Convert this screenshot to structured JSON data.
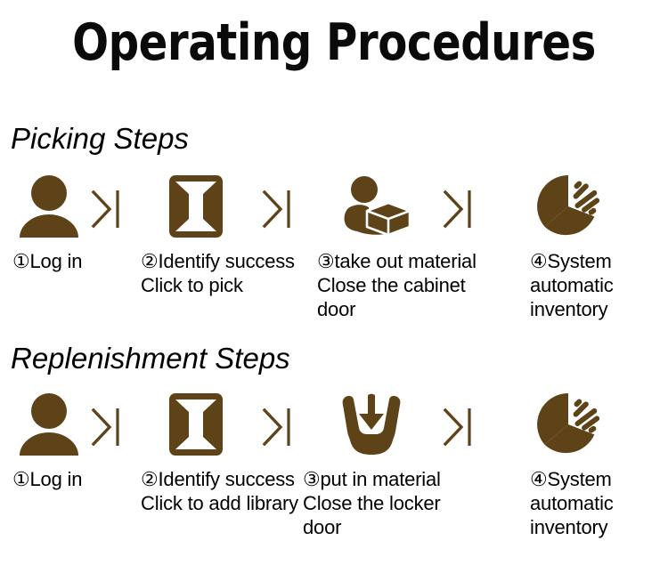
{
  "page": {
    "title": "Operating Procedures",
    "background_color": "#ffffff",
    "icon_color": "#5e4318",
    "text_color": "#000000"
  },
  "sections": [
    {
      "id": "picking",
      "heading": "Picking Steps",
      "steps": [
        {
          "number": "①",
          "label": "①Log in",
          "icon": "person-icon"
        },
        {
          "number": "②",
          "label": "②Identify success Click to pick",
          "icon": "cabinet-door-icon"
        },
        {
          "number": "③",
          "label": "③take out material Close the cabinet door",
          "icon": "person-carrying-box-icon"
        },
        {
          "number": "④",
          "label": "④System automatic inventory",
          "icon": "pie-chart-icon"
        }
      ],
      "separators": [
        "chevron-bar-icon",
        "chevron-bar-icon",
        "chevron-bar-icon"
      ]
    },
    {
      "id": "replenishment",
      "heading": "Replenishment Steps",
      "steps": [
        {
          "number": "①",
          "label": "①Log in",
          "icon": "person-icon"
        },
        {
          "number": "②",
          "label": "②Identify success Click to add library",
          "icon": "cabinet-door-icon"
        },
        {
          "number": "③",
          "label": "③put in material Close the locker door",
          "icon": "bin-down-arrow-icon"
        },
        {
          "number": "④",
          "label": "④System automatic inventory",
          "icon": "pie-chart-icon"
        }
      ],
      "separators": [
        "chevron-bar-icon",
        "chevron-bar-icon",
        "chevron-bar-icon"
      ]
    }
  ]
}
